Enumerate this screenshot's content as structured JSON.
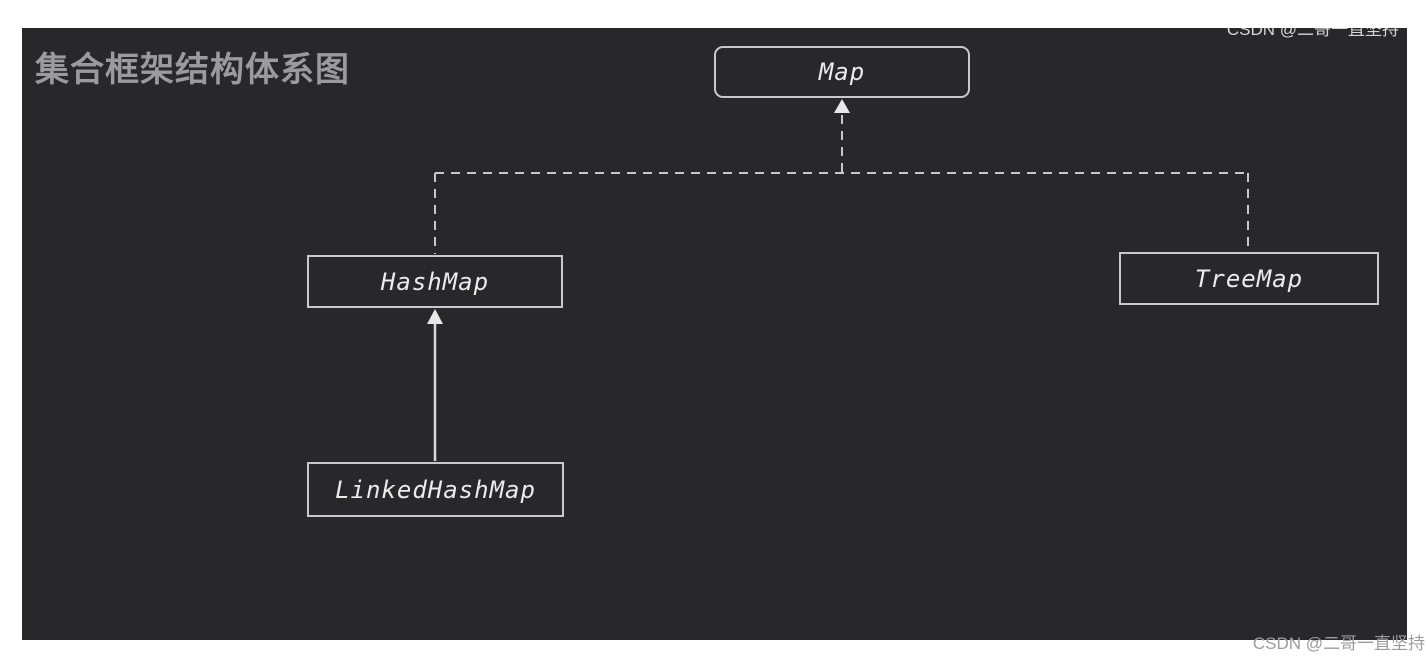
{
  "diagram": {
    "title": "集合框架结构体系图",
    "nodes": [
      {
        "id": "map",
        "label": "Map",
        "shape": "rounded-rect"
      },
      {
        "id": "hashmap",
        "label": "HashMap",
        "shape": "rect"
      },
      {
        "id": "treemap",
        "label": "TreeMap",
        "shape": "rect"
      },
      {
        "id": "linkedhashmap",
        "label": "LinkedHashMap",
        "shape": "rect"
      }
    ],
    "edges": [
      {
        "from": "hashmap",
        "to": "map",
        "style": "dashed",
        "arrow": "into-map"
      },
      {
        "from": "treemap",
        "to": "map",
        "style": "dashed",
        "arrow": "into-map"
      },
      {
        "from": "linkedhashmap",
        "to": "hashmap",
        "style": "solid",
        "arrow": "into-hashmap"
      }
    ]
  },
  "watermark": {
    "text": "CSDN @二哥一直坚持"
  },
  "colors": {
    "page-bg": "#ffffff",
    "panel-bg": "#28282a",
    "box-border": "#c9c9cd",
    "box-text": "#ebebeb",
    "connector": "#c9c9c9",
    "connector-solid": "#d8d8d8",
    "arrow-fill": "#e8e8e8",
    "title-text": "#9a9aa0",
    "watermark-text": "#9c9c9c",
    "watermark-top": "#d6d6d6"
  }
}
